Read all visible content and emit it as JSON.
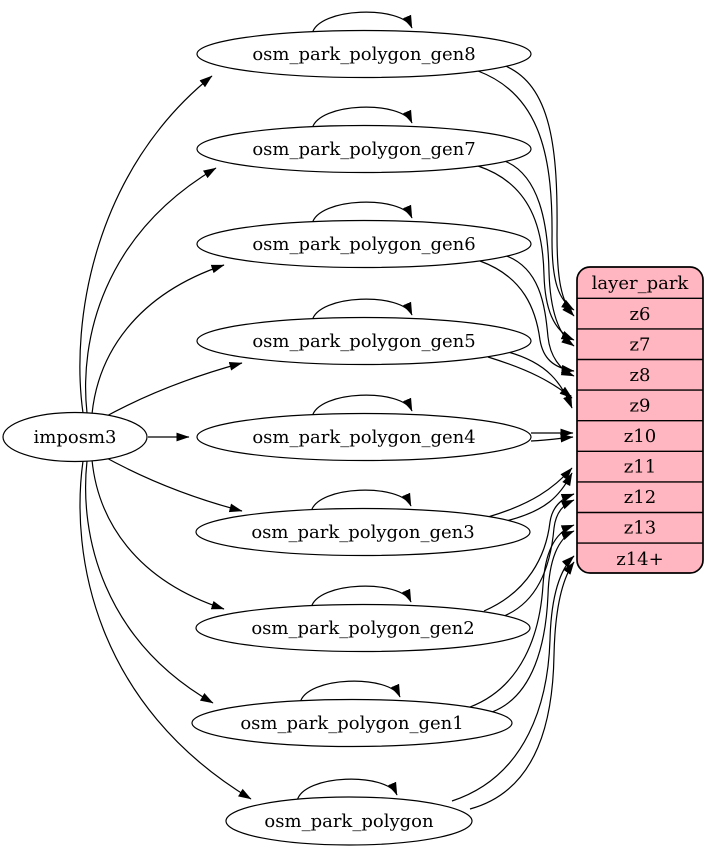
{
  "graph": {
    "kind": "etl-dependency-diagram",
    "source": {
      "label": "imposm3"
    },
    "tables": [
      {
        "label": "osm_park_polygon_gen8",
        "self_loop": true,
        "feeds_row": "z6",
        "edges_to_row": 2
      },
      {
        "label": "osm_park_polygon_gen7",
        "self_loop": true,
        "feeds_row": "z7",
        "edges_to_row": 2
      },
      {
        "label": "osm_park_polygon_gen6",
        "self_loop": true,
        "feeds_row": "z8",
        "edges_to_row": 2
      },
      {
        "label": "osm_park_polygon_gen5",
        "self_loop": true,
        "feeds_row": "z9",
        "edges_to_row": 2
      },
      {
        "label": "osm_park_polygon_gen4",
        "self_loop": true,
        "feeds_row": "z10",
        "edges_to_row": 2
      },
      {
        "label": "osm_park_polygon_gen3",
        "self_loop": true,
        "feeds_row": "z11",
        "edges_to_row": 2
      },
      {
        "label": "osm_park_polygon_gen2",
        "self_loop": true,
        "feeds_row": "z12",
        "edges_to_row": 2
      },
      {
        "label": "osm_park_polygon_gen1",
        "self_loop": true,
        "feeds_row": "z13",
        "edges_to_row": 2
      },
      {
        "label": "osm_park_polygon",
        "self_loop": true,
        "feeds_row": "z14+",
        "edges_to_row": 2
      }
    ],
    "record": {
      "title": "layer_park",
      "rows": [
        "z6",
        "z7",
        "z8",
        "z9",
        "z10",
        "z11",
        "z12",
        "z13",
        "z14+"
      ]
    },
    "source_edges": [
      "imposm3 -> osm_park_polygon_gen8",
      "imposm3 -> osm_park_polygon_gen7",
      "imposm3 -> osm_park_polygon_gen6",
      "imposm3 -> osm_park_polygon_gen5",
      "imposm3 -> osm_park_polygon_gen4",
      "imposm3 -> osm_park_polygon_gen3",
      "imposm3 -> osm_park_polygon_gen2",
      "imposm3 -> osm_park_polygon_gen1",
      "imposm3 -> osm_park_polygon"
    ],
    "colors": {
      "record_fill": "#ffb6c1",
      "node_fill": "#ffffff",
      "edge": "#000000",
      "text": "#000000",
      "background": "#ffffff"
    }
  }
}
